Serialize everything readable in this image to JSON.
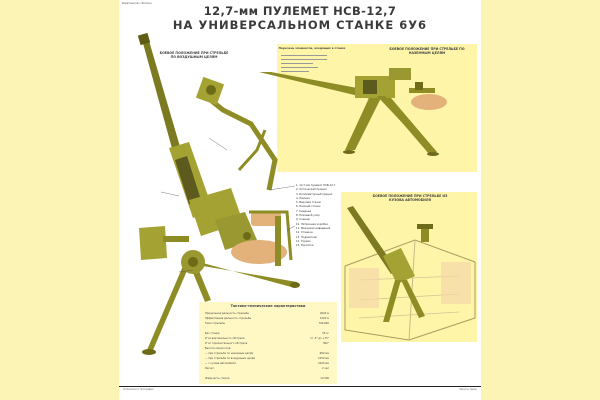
{
  "poster": {
    "publisher_note": "Издательство «Регион»",
    "title_line1": "12,7-мм ПУЛЕМЕТ НСВ-12,7",
    "title_line2": "НА УНИВЕРСАЛЬНОМ СТАНКЕ 6У6",
    "colors": {
      "background": "#fbf4b4",
      "panel": "#fff5a8",
      "weapon": "#a3a233",
      "seat": "#e2b27a"
    }
  },
  "left_section": {
    "label": "БОЕВОЕ ПОЛОЖЕНИЕ ПРИ СТРЕЛЬБЕ ПО ВОЗДУШНЫМ ЦЕЛЯМ"
  },
  "top_right_panel": {
    "heading": "Перечень элементов, входящих в станок",
    "label": "БОЕВОЕ ПОЛОЖЕНИЕ ПРИ СТРЕЛЬБЕ ПО НАЗЕМНЫМ ЦЕЛЯМ"
  },
  "bottom_right_panel": {
    "label": "БОЕВОЕ ПОЛОЖЕНИЕ ПРИ СТРЕЛЬБЕ ИЗ КУЗОВА АВТОМОБИЛЯ"
  },
  "legend": {
    "items": [
      "1. 12,7-мм пулемет НСВ-12,7",
      "2. Оптический прицел",
      "3. Коллиматорный прицел",
      "4. Люлька",
      "5. Верхний станок",
      "6. Нижний станок",
      "7. Сиденье",
      "8. Плечевой упор",
      "9. Сошник",
      "10. Патронная коробка",
      "11. Механизм наведения",
      "12. Станина",
      "13. Подшипник",
      "14. Тормоз",
      "15. Рукоятка"
    ]
  },
  "ttx": {
    "heading": "Тактико-технические характеристики",
    "rows": [
      {
        "label": "Прицельная дальность стрельбы",
        "value": "2000 м"
      },
      {
        "label": "Эффективная дальность стрельбы",
        "value": "1500 м"
      },
      {
        "label": "Темп стрельбы",
        "value": "700-800"
      },
      {
        "label": "",
        "value": ""
      },
      {
        "label": "Вес станка",
        "value": "55 кг"
      },
      {
        "label": "Угол вертикального обстрела",
        "value": "от -5° до +75°"
      },
      {
        "label": "Угол горизонтального обстрела",
        "value": "360°"
      },
      {
        "label": "Высота линии огня:",
        "value": ""
      },
      {
        "label": "— при стрельбе по наземным целям",
        "value": "660 мм"
      },
      {
        "label": "— при стрельбе по воздушным целям",
        "value": "1250 мм"
      },
      {
        "label": "— с кузова автомобиля",
        "value": "1000 мм"
      },
      {
        "label": "Расчет",
        "value": "2 чел"
      },
      {
        "label": "",
        "value": ""
      },
      {
        "label": "Живучесть ствола",
        "value": "10 000"
      }
    ]
  },
  "footer": {
    "left": "Отпечатано в типографии",
    "right": "Заказ № Тираж"
  }
}
